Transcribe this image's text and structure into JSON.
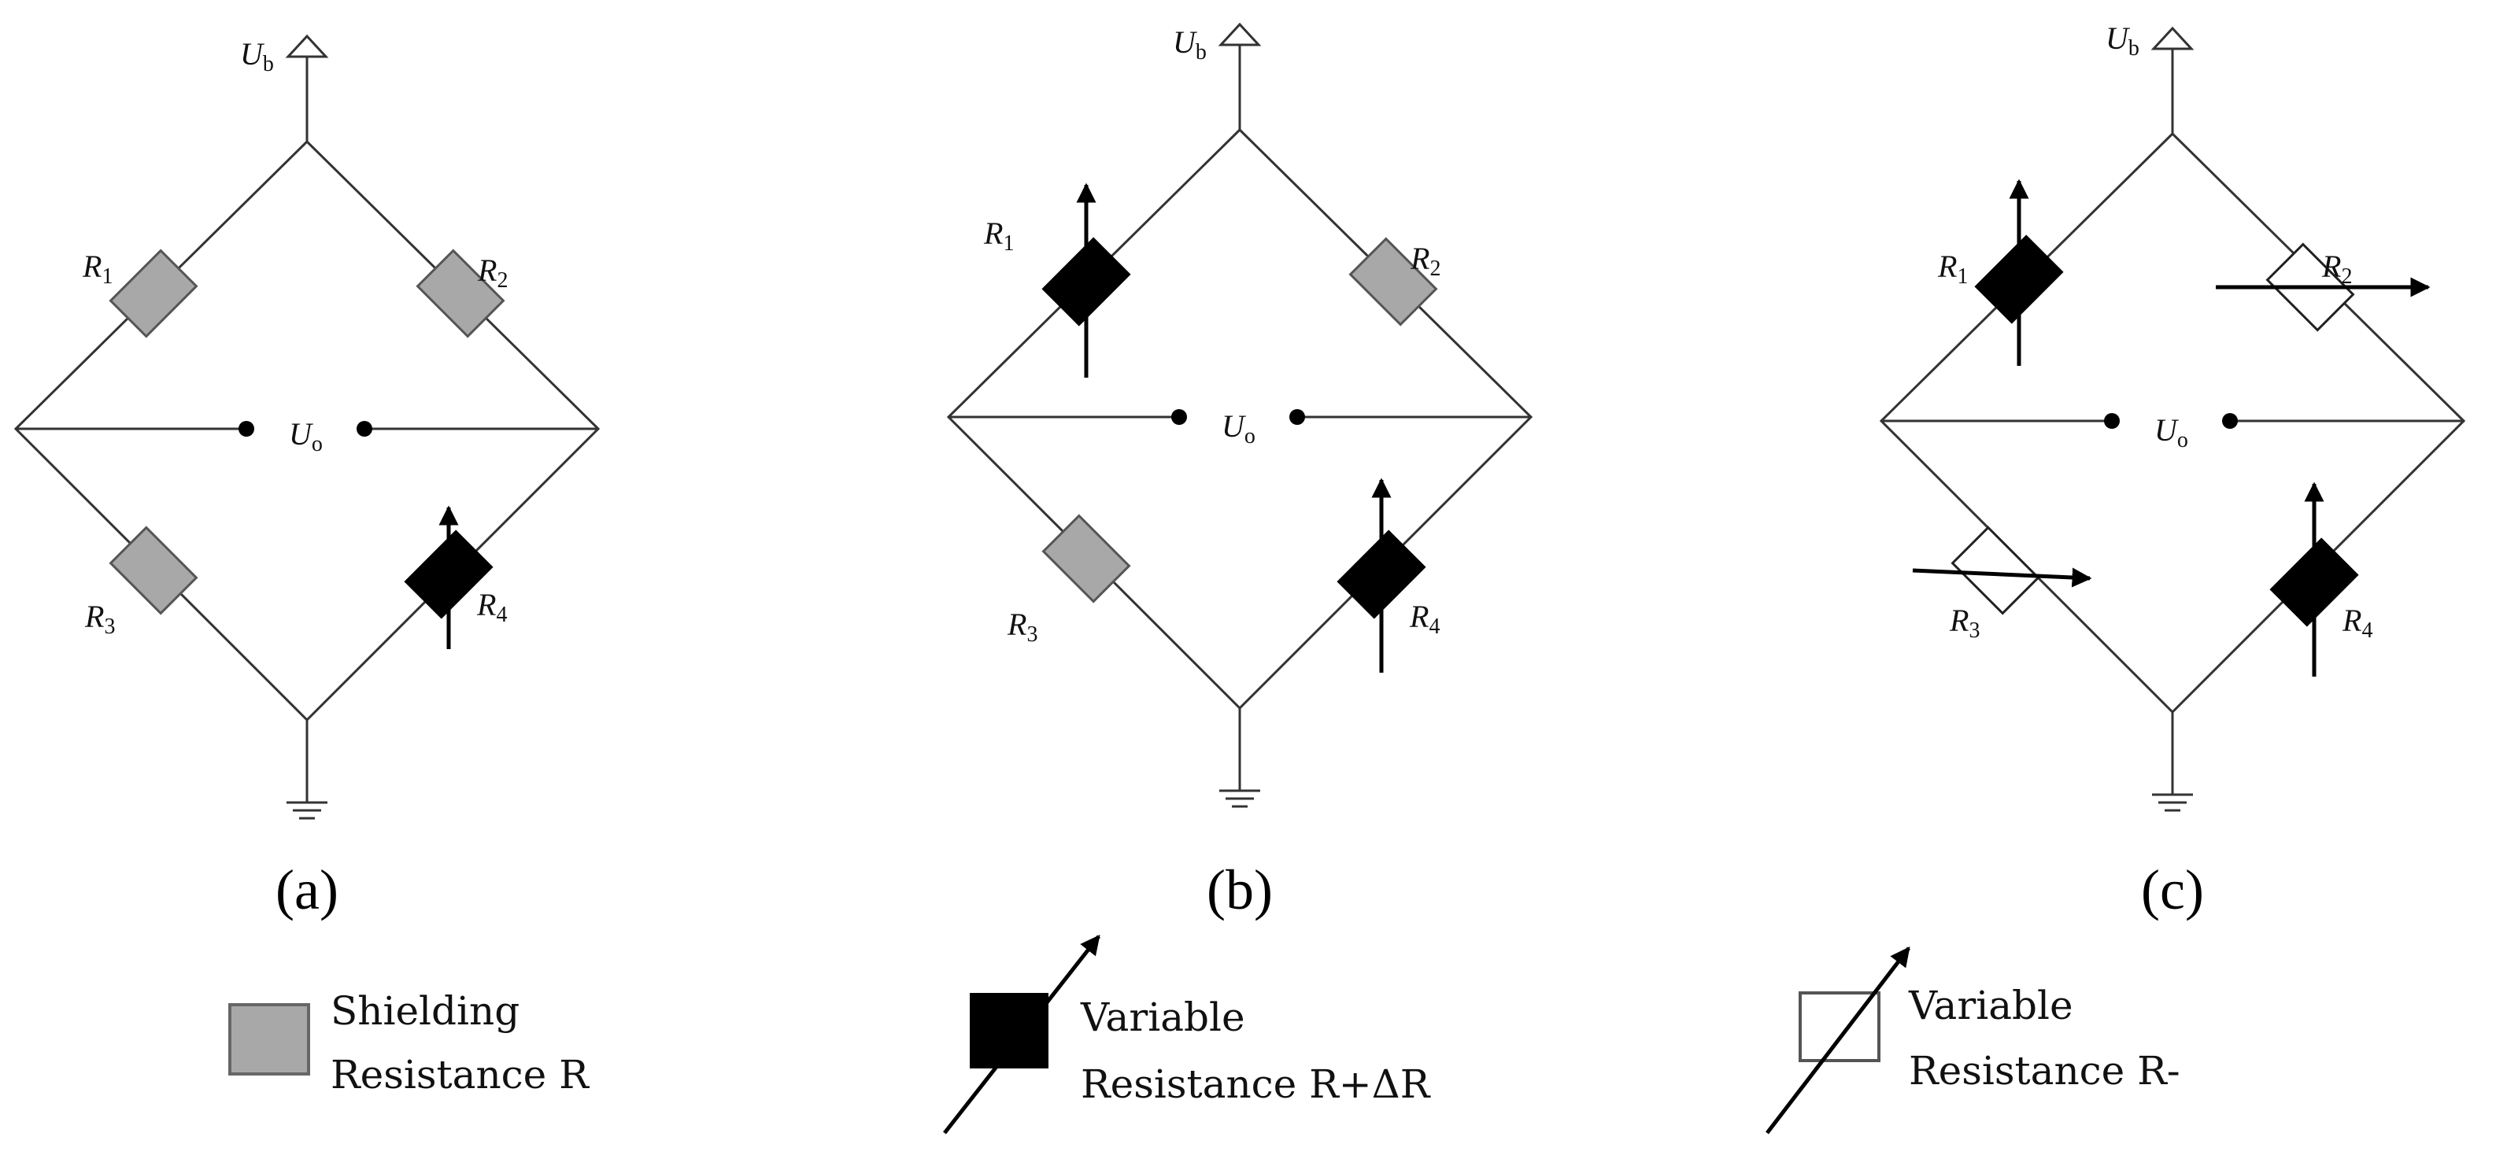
{
  "colors": {
    "shielding": "#a8a8a8",
    "variable_plus": "#000000",
    "variable_minus": "#ffffff",
    "wire": "#333333"
  },
  "labels": {
    "supply": "U",
    "supply_sub": "b",
    "output": "U",
    "output_sub": "o",
    "r1": "R",
    "r1_sub": "1",
    "r2": "R",
    "r2_sub": "2",
    "r3": "R",
    "r3_sub": "3",
    "r4": "R",
    "r4_sub": "4"
  },
  "panels": [
    {
      "label": "(a)",
      "resistors": {
        "r1": "shielding",
        "r2": "shielding",
        "r3": "shielding",
        "r4": "variable_plus"
      }
    },
    {
      "label": "(b)",
      "resistors": {
        "r1": "variable_plus",
        "r2": "shielding",
        "r3": "shielding",
        "r4": "variable_plus"
      }
    },
    {
      "label": "(c)",
      "resistors": {
        "r1": "variable_plus",
        "r2": "variable_minus",
        "r3": "variable_minus",
        "r4": "variable_plus"
      }
    }
  ],
  "legend": {
    "shielding": {
      "line1": "Shielding",
      "line2": "Resistance R"
    },
    "variable_plus": {
      "line1": "Variable",
      "line2": "Resistance R+ΔR"
    },
    "variable_minus": {
      "line1": "Variable",
      "line2": "Resistance R-"
    }
  }
}
